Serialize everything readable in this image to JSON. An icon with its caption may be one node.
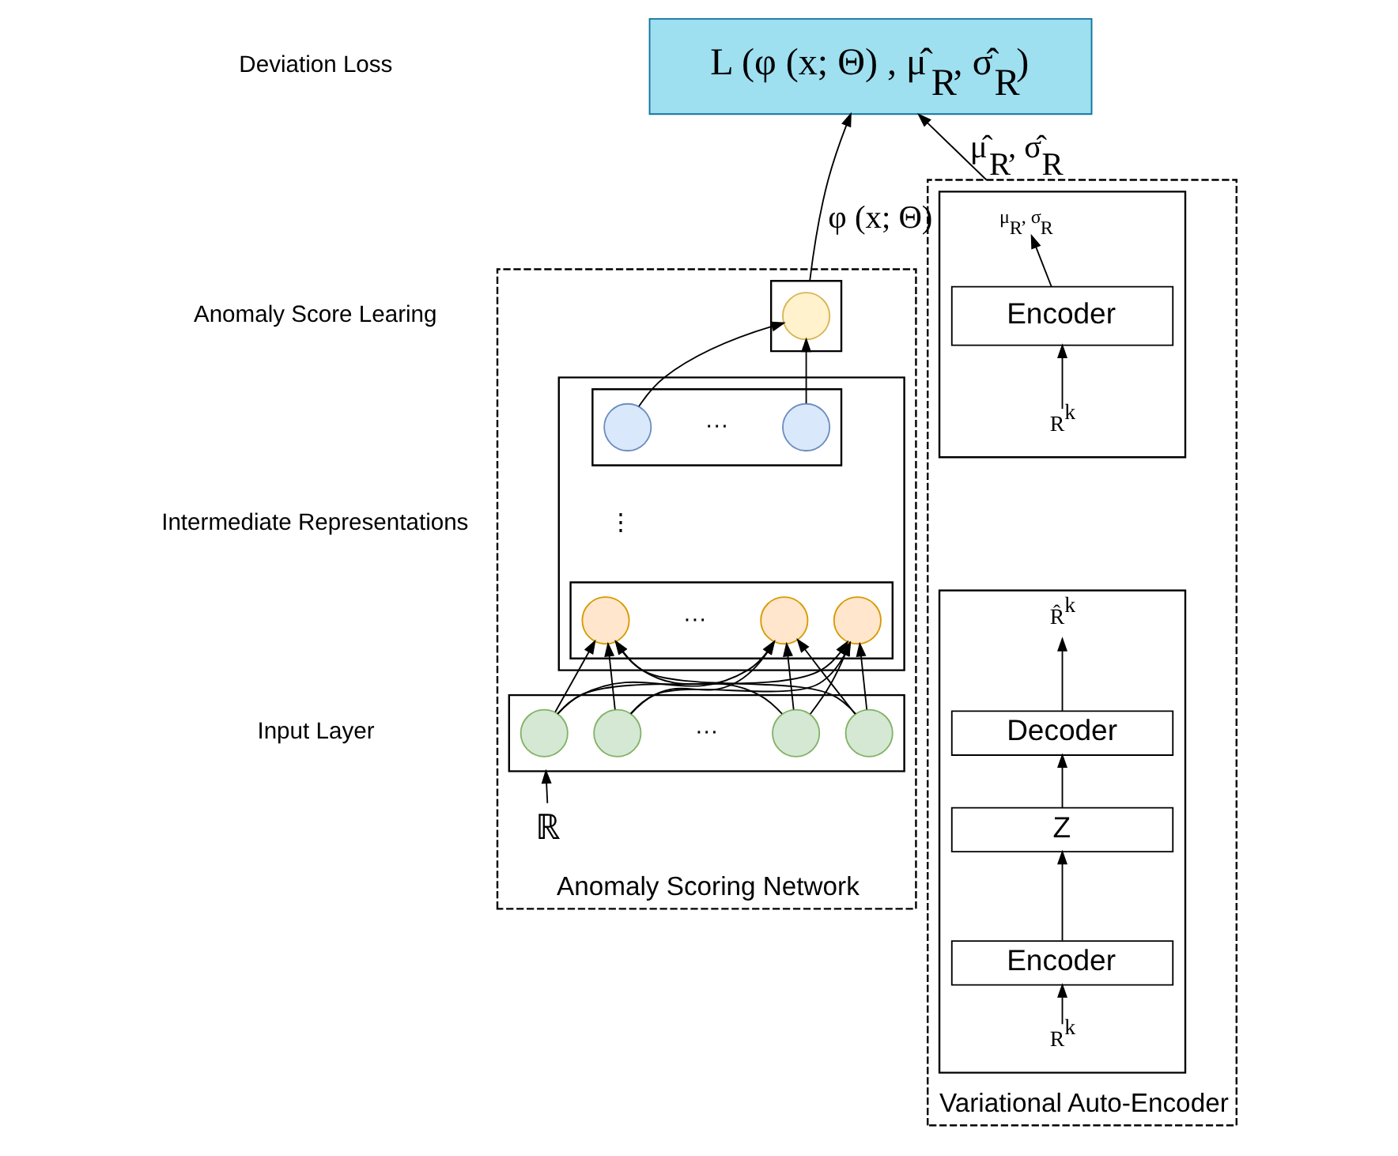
{
  "diagram": {
    "nodes": [
      {
        "text": [
          "L (φ (x; Θ) , μ̂$_{R}$, σ̂$_{R}$)"
        ]
      },
      {
        "text": [
          "Anomaly Scoring Network"
        ]
      },
      {
        "text": [],
        "shape": "box",
        "in": 1
      },
      {
        "text": [],
        "shape": "circle",
        "in": 2
      },
      {
        "text": [],
        "shape": "box",
        "in": 1
      },
      {
        "text": [],
        "shape": "box",
        "in": 4
      },
      {
        "text": [],
        "shape": "circle",
        "in": 5
      },
      {
        "text": [],
        "shape": "circle",
        "in": 5
      },
      {
        "text": [],
        "shape": "box",
        "in": 4
      },
      {
        "text": [],
        "shape": "circle",
        "in": 8
      },
      {
        "text": [],
        "shape": "circle",
        "in": 8
      },
      {
        "text": [],
        "shape": "circle",
        "in": 8
      },
      {
        "text": [],
        "shape": "box",
        "in": 1
      },
      {
        "text": [],
        "shape": "circle",
        "in": 12
      },
      {
        "text": [],
        "shape": "circle",
        "in": 12
      },
      {
        "text": [],
        "shape": "circle",
        "in": 12
      },
      {
        "text": [],
        "shape": "circle",
        "in": 12
      },
      {
        "text": [
          "ℝ"
        ],
        "in": 1
      },
      {
        "text": [
          "Variational Auto-Encoder"
        ]
      },
      {
        "text": [],
        "shape": "box",
        "in": 18
      },
      {
        "text": [
          "μ$_{R}$, σ$_{R}$"
        ],
        "in": 19
      },
      {
        "text": [
          "Encoder"
        ],
        "in": 19
      },
      {
        "text": [
          "R$^{k}$"
        ],
        "in": 19
      },
      {
        "text": [],
        "shape": "box",
        "in": 18
      },
      {
        "text": [
          "R̂$^{k}$"
        ],
        "in": 23
      },
      {
        "text": [
          "Decoder"
        ],
        "in": 23
      },
      {
        "text": [
          "Z"
        ],
        "in": 23
      },
      {
        "text": [
          "Encoder"
        ],
        "in": 23
      },
      {
        "text": [
          "R$^{k}$"
        ],
        "in": 23
      }
    ],
    "edges": [
      {
        "from": 2,
        "to": 0,
        "arrow": "to",
        "label": "φ (x; Θ)"
      },
      {
        "from": 18,
        "to": 0,
        "arrow": "to",
        "label": "μ̂$_{R}$, σ̂$_{R}$"
      },
      {
        "from": 6,
        "to": 3,
        "arrow": "to"
      },
      {
        "from": 7,
        "to": 3,
        "arrow": "to"
      },
      {
        "from": 13,
        "to": 9,
        "arrow": "to"
      },
      {
        "from": 13,
        "to": 10,
        "arrow": "to"
      },
      {
        "from": 13,
        "to": 11,
        "arrow": "to"
      },
      {
        "from": 14,
        "to": 9,
        "arrow": "to"
      },
      {
        "from": 14,
        "to": 10,
        "arrow": "to"
      },
      {
        "from": 14,
        "to": 11,
        "arrow": "to"
      },
      {
        "from": 15,
        "to": 9,
        "arrow": "to"
      },
      {
        "from": 15,
        "to": 10,
        "arrow": "to"
      },
      {
        "from": 15,
        "to": 11,
        "arrow": "to"
      },
      {
        "from": 16,
        "to": 9,
        "arrow": "to"
      },
      {
        "from": 16,
        "to": 10,
        "arrow": "to"
      },
      {
        "from": 16,
        "to": 11,
        "arrow": "to"
      },
      {
        "from": 17,
        "to": 12,
        "arrow": "to"
      },
      {
        "from": 21,
        "to": 20,
        "arrow": "to"
      },
      {
        "from": 22,
        "to": 21,
        "arrow": "to"
      },
      {
        "from": 25,
        "to": 24,
        "arrow": "to"
      },
      {
        "from": 26,
        "to": 25,
        "arrow": "to"
      },
      {
        "from": 27,
        "to": 26,
        "arrow": "to"
      },
      {
        "from": 28,
        "to": 27,
        "arrow": "to"
      }
    ],
    "labels": [
      "Deviation Loss",
      "Anomaly Score Learing",
      "···",
      "Intermediate Representations",
      "⋮",
      "···",
      "Input Layer",
      "···"
    ]
  }
}
